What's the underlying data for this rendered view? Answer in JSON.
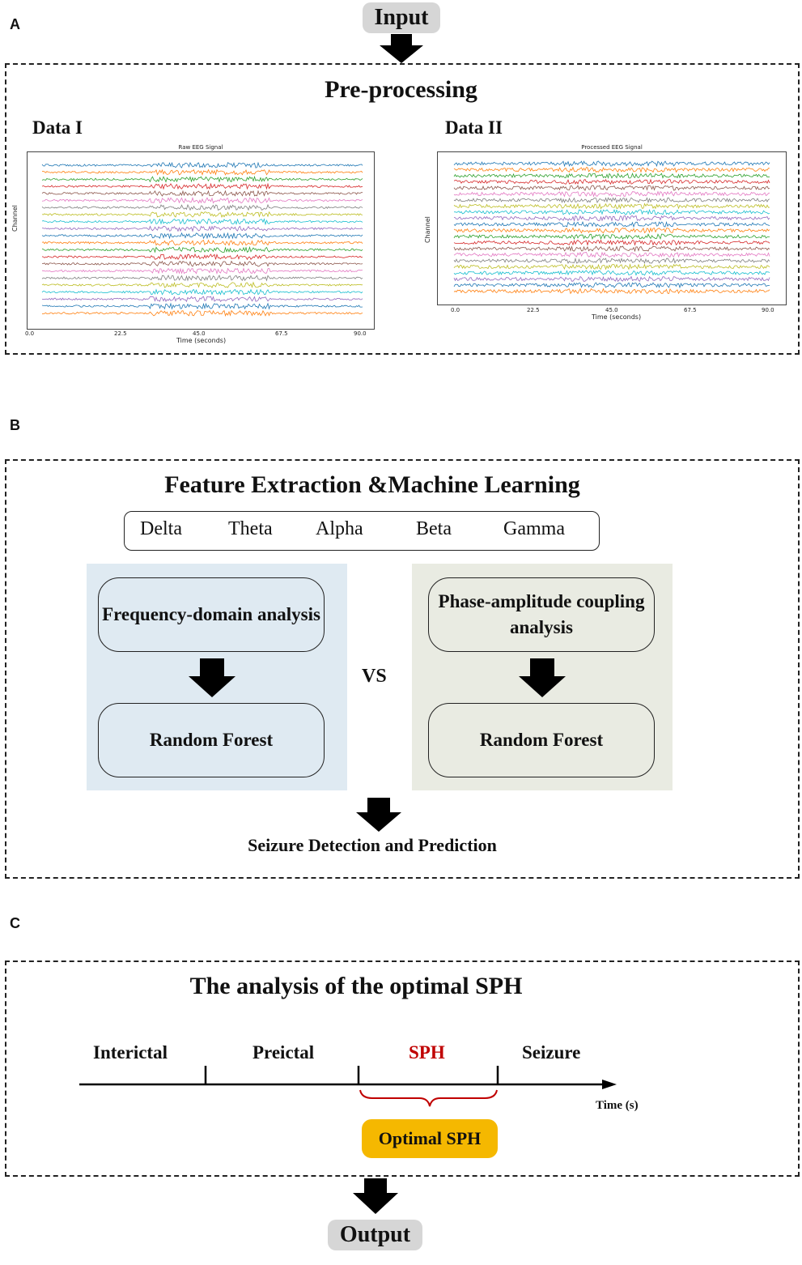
{
  "panel_a": {
    "letter": "A",
    "input_label": "Input",
    "stage_title": "Pre-processing",
    "data1": {
      "label": "Data I",
      "plot_title": "Raw EEG Signal",
      "ylabel": "Channel",
      "xlabel": "Time (seconds)",
      "xticks": [
        "0.0",
        "22.5",
        "45.0",
        "67.5",
        "90.0"
      ]
    },
    "data2": {
      "label": "Data II",
      "plot_title": "Processed EEG Signal",
      "ylabel": "Channel",
      "xlabel": "Time (seconds)",
      "xticks": [
        "0.0",
        "22.5",
        "45.0",
        "67.5",
        "90.0"
      ]
    },
    "channel_colors": [
      "#1f77b4",
      "#ff7f0e",
      "#2ca02c",
      "#d62728",
      "#8c564b",
      "#e377c2",
      "#7f7f7f",
      "#bcbd22",
      "#17becf",
      "#9467bd"
    ]
  },
  "panel_b": {
    "letter": "B",
    "stage_title": "Feature Extraction &Machine Learning",
    "bands": [
      "Delta",
      "Theta",
      "Alpha",
      "Beta",
      "Gamma"
    ],
    "left": {
      "analysis": "Frequency-domain analysis",
      "model": "Random Forest"
    },
    "vs_label": "VS",
    "right": {
      "analysis": "Phase-amplitude coupling analysis",
      "model": "Random Forest"
    },
    "result": "Seizure Detection and Prediction"
  },
  "panel_c": {
    "letter": "C",
    "stage_title": "The analysis of the optimal SPH",
    "phases": [
      "Interictal",
      "Preictal",
      "SPH",
      "Seizure"
    ],
    "axis_label": "Time (s)",
    "optimal_label": "Optimal SPH",
    "output_label": "Output",
    "sph_color": "#c00000",
    "optimal_color": "#f5b800"
  }
}
